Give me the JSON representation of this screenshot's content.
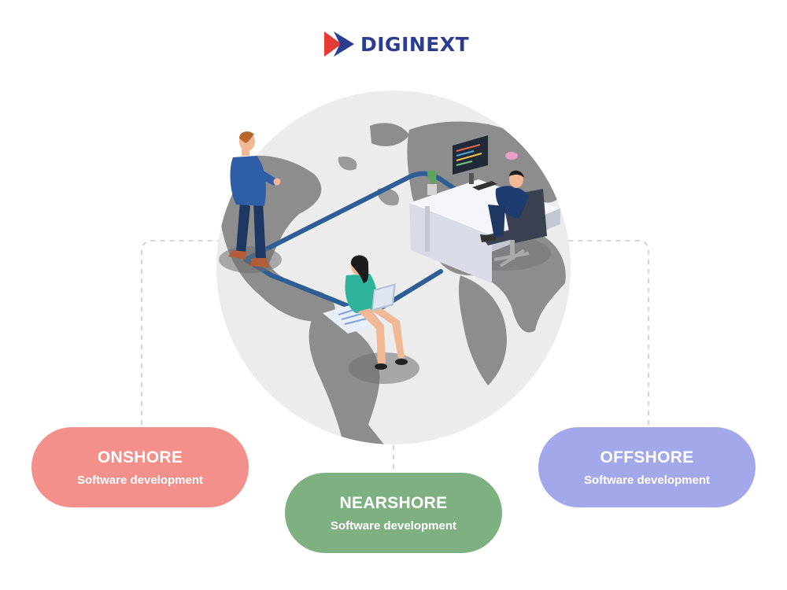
{
  "brand": {
    "name": "DIGINEXT",
    "mark_colors": [
      "#e63b33",
      "#2a3d8f"
    ]
  },
  "illustration": {
    "icon": "globe-remote-work-illustration"
  },
  "categories": [
    {
      "title": "ONSHORE",
      "subtitle": "Software development",
      "color": "#f3908b"
    },
    {
      "title": "NEARSHORE",
      "subtitle": "Software development",
      "color": "#7fb082"
    },
    {
      "title": "OFFSHORE",
      "subtitle": "Software development",
      "color": "#a3a8ea"
    }
  ]
}
